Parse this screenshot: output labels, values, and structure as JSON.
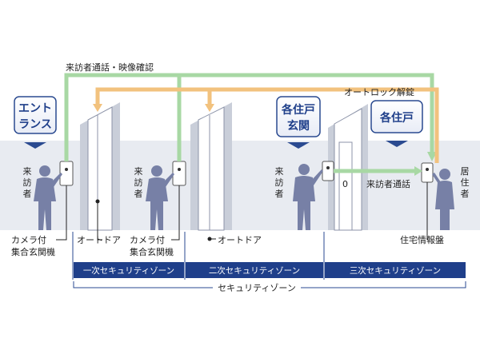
{
  "labels": {
    "visitor_call_video": "来訪者通話・映像確認",
    "auto_lock_release": "オートロック解錠",
    "visitor_call": "来訪者通話",
    "camera_entrance_unit_line1": "カメラ付",
    "camera_entrance_unit_line2": "集合玄関機",
    "auto_door": "オートドア",
    "resident_info_panel": "住宅情報盤",
    "visitor": "来訪者",
    "resident": "居住者"
  },
  "badges": {
    "entrance_line1": "エント",
    "entrance_line2": "ランス",
    "unit_entrance_line1": "各住戸",
    "unit_entrance_line2": "玄関",
    "each_unit": "各住戸"
  },
  "zones": {
    "primary": "一次セキュリティゾーン",
    "secondary": "二次セキュリティゾーン",
    "tertiary": "三次セキュリティゾーン",
    "overall": "セキュリティゾーン"
  },
  "colors": {
    "green_arrow": "#a8d8a4",
    "orange_arrow": "#f2c27e",
    "band": "#e7eaf0",
    "wall": "#c9ced9",
    "figure": "#7780a6",
    "zone_fill": "#1f3f8a",
    "badge_stroke": "#2a4a90"
  }
}
